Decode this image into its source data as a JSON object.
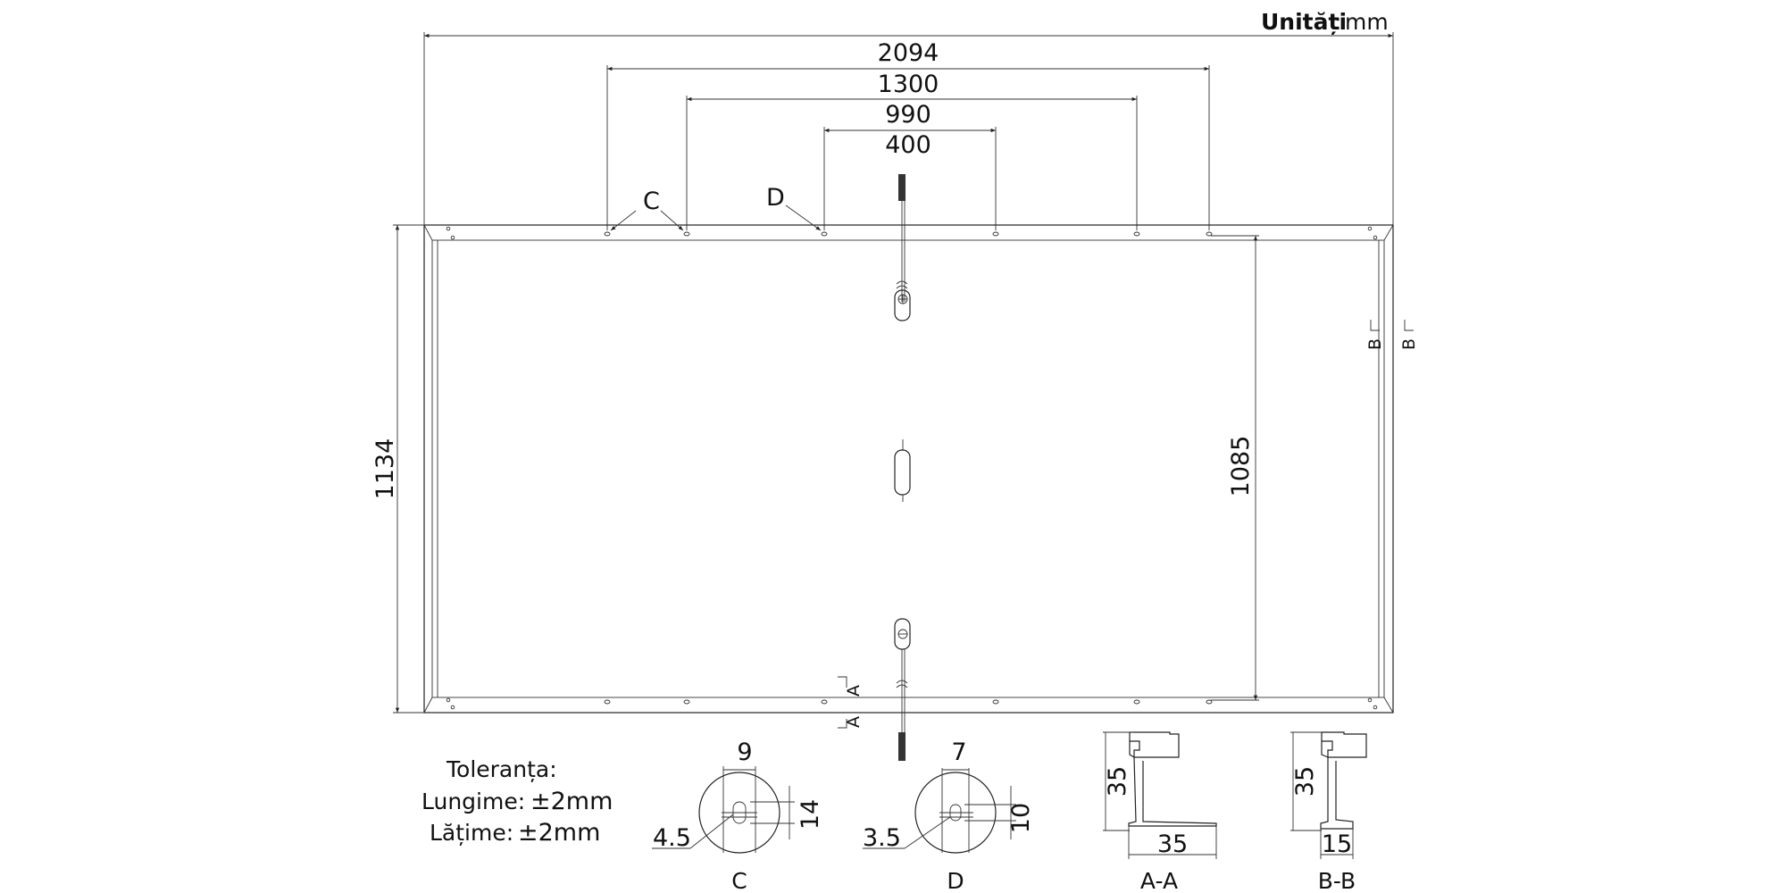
{
  "units": {
    "label": "Unități",
    "value": "mm"
  },
  "dimensions": {
    "overall_length": "2094",
    "hole_span_1300": "1300",
    "hole_span_990": "990",
    "hole_span_400": "400",
    "width": "1134",
    "mounting_hole_distance": "1085"
  },
  "hole_callouts": {
    "c": "C",
    "d": "D"
  },
  "section_markers": {
    "a": "A",
    "b": "B"
  },
  "tolerance": {
    "title": "Toleranța:",
    "length_label": "Lungime:",
    "length_value": "±2mm",
    "width_label": "Lățime:",
    "width_value": "±2mm"
  },
  "detail_c": {
    "label": "C",
    "hole_width": "9",
    "hole_length": "14",
    "diameter": "4.5"
  },
  "detail_d": {
    "label": "D",
    "hole_width": "7",
    "hole_length": "10",
    "diameter": "3.5"
  },
  "section_aa": {
    "label": "A-A",
    "height": "35",
    "width": "35"
  },
  "section_bb": {
    "label": "B-B",
    "height": "35",
    "width": "15"
  }
}
